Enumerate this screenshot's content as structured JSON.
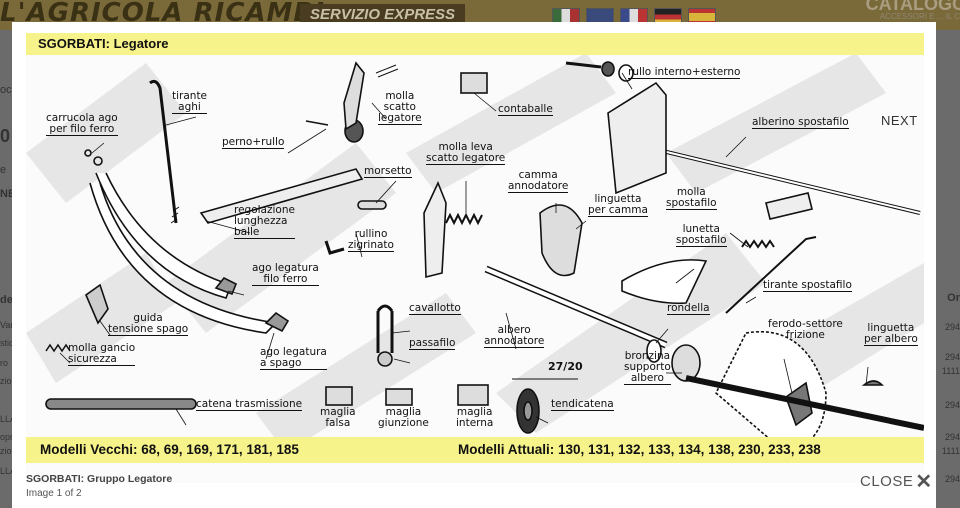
{
  "background": {
    "brand_left": "L'AGRICOLA",
    "brand_right": "RICAMBI",
    "express": "SERVIZIO EXPRESS",
    "catalogo": "CATALOGO",
    "catalogo_sub": "ACCESSORI E ... IL C",
    "side_left": [
      "oc",
      "0",
      "e",
      "NE",
      "de",
      "Var",
      "stica",
      "ro",
      "zio",
      "LLA",
      "opr",
      "zio",
      "LLA"
    ],
    "side_right": [
      "Or",
      "294",
      "294",
      "1111",
      "294",
      "294",
      "1111",
      "294"
    ]
  },
  "lightbox": {
    "header_title": "SGORBATI: Legatore",
    "next_label": "NEXT",
    "models_old": "Modelli Vecchi: 68, 69, 169, 171, 181, 185",
    "models_new": "Modelli Attuali: 130, 131, 132, 133, 134, 138, 230, 233, 238",
    "caption_title": "SGORBATI: Gruppo Legatore",
    "caption_count": "Image 1 of 2",
    "close_label": "CLOSE",
    "labels": {
      "tirante_aghi": "tirante\naghi",
      "carrucola": "carrucola ago\nper filo ferro",
      "perno_rullo": "perno+rullo",
      "molla_scatto": "molla\nscatto\nlegatore",
      "contaballe": "contaballe",
      "rullo": "rullo interno+esterno",
      "alberino": "alberino spostafilo",
      "morsetto": "morsetto",
      "molla_leva": "molla leva\nscatto legatore",
      "camma": "camma\nannodatore",
      "linguetta_camma": "linguetta\nper camma",
      "molla_spostafilo": "molla\nspostafilo",
      "lunetta": "lunetta\nspostafilo",
      "regolazione": "regolazione\nlunghezza\nballe",
      "rullino": "rullino\nzigrinato",
      "ago_ferro": "ago legatura\nfilo ferro",
      "tirante_spostafilo": "tirante spostafilo",
      "guida": "guida\ntensione spago",
      "cavallotto": "cavallotto",
      "rondella": "rondella",
      "albero": "albero\nannodatore",
      "ferodo": "ferodo-settore\nfrizione",
      "linguetta_albero": "linguetta\nper albero",
      "molla_gancio": "molla gancio\nsicurezza",
      "passafilo": "passafilo",
      "ago_spago": "ago legatura\na spago",
      "bronzina": "bronzina\nsupporto\nalbero",
      "ratio": "27/20",
      "catena": "catena trasmissione",
      "maglia_falsa": "maglia\nfalsa",
      "maglia_giunzione": "maglia\ngiunzione",
      "maglia_interna": "maglia\ninterna",
      "tendicatena": "tendicatena"
    }
  },
  "colors": {
    "strip": "#f6f38a",
    "overlay": "#6b6b6b",
    "watermark": "#e4e4e4"
  }
}
